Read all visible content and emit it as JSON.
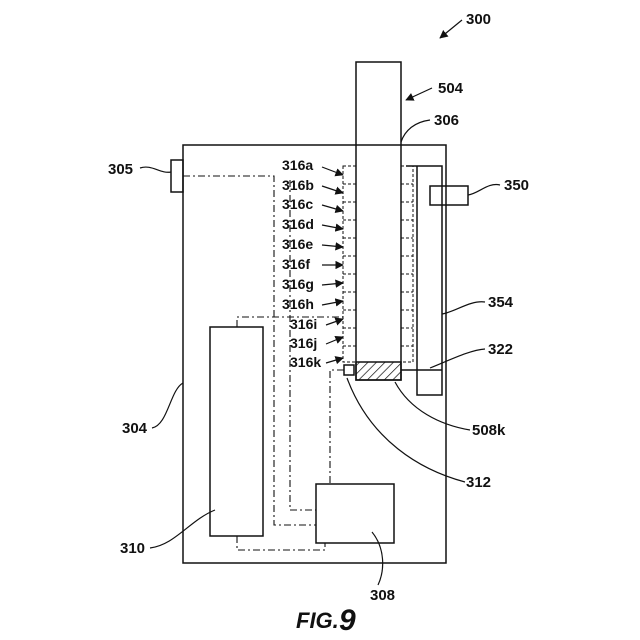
{
  "figure": {
    "caption_prefix": "FIG.",
    "caption_number": "9",
    "labels": {
      "l300": "300",
      "l504": "504",
      "l306": "306",
      "l305": "305",
      "l350": "350",
      "l354": "354",
      "l322": "322",
      "l304": "304",
      "l310": "310",
      "l308": "308",
      "l312": "312",
      "l508k": "508k"
    },
    "sensor_labels": [
      "316a",
      "316b",
      "316c",
      "316d",
      "316e",
      "316f",
      "316g",
      "316h",
      "316i",
      "316j",
      "316k"
    ]
  }
}
